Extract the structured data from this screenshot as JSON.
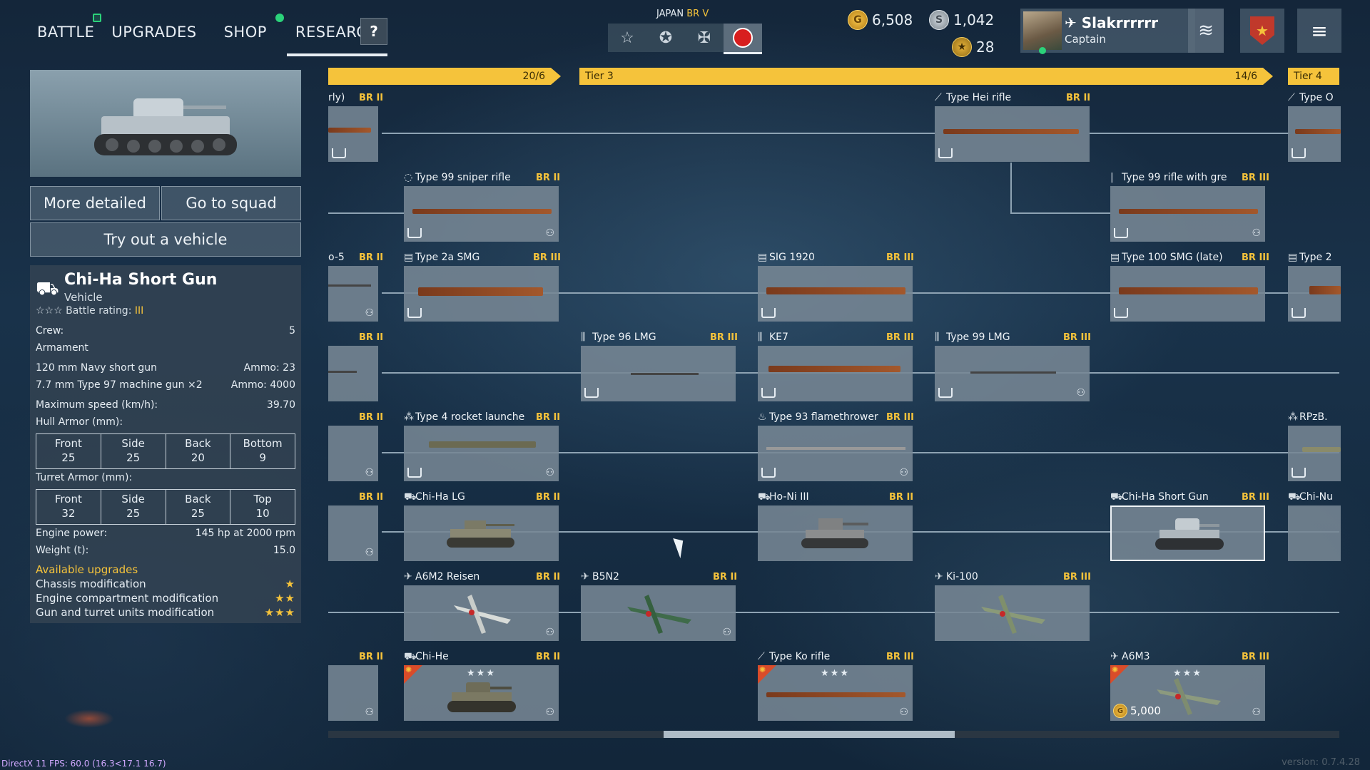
{
  "nav": {
    "battle": "BATTLE",
    "upgrades": "UPGRADES",
    "shop": "SHOP",
    "research": "RESEARCH",
    "help": "?"
  },
  "nation": {
    "country": "JAPAN",
    "br": "BR V"
  },
  "currency": {
    "gold": "6,508",
    "silver": "1,042",
    "stars": "28"
  },
  "player": {
    "name": "Slakrrrrrr",
    "rank": "Captain"
  },
  "buttons": {
    "more_detailed": "More detailed",
    "go_to_squad": "Go to squad",
    "try_out": "Try out a vehicle"
  },
  "vehicle": {
    "name": "Chi-Ha Short Gun",
    "type": "Vehicle",
    "br_label": "Battle rating:",
    "br_value": "III",
    "crew_label": "Crew:",
    "crew_value": "5",
    "armament_label": "Armament",
    "weapon1": "120 mm Navy short gun",
    "ammo1_label": "Ammo:",
    "ammo1": "23",
    "weapon2": "7.7 mm Type 97 machine gun ×2",
    "ammo2_label": "Ammo:",
    "ammo2": "4000",
    "speed_label": "Maximum speed (km/h):",
    "speed": "39.70",
    "hull_label": "Hull Armor (mm):",
    "hull": [
      {
        "h": "Front",
        "v": "25"
      },
      {
        "h": "Side",
        "v": "25"
      },
      {
        "h": "Back",
        "v": "20"
      },
      {
        "h": "Bottom",
        "v": "9"
      }
    ],
    "turret_label": "Turret Armor (mm):",
    "turret": [
      {
        "h": "Front",
        "v": "32"
      },
      {
        "h": "Side",
        "v": "25"
      },
      {
        "h": "Back",
        "v": "25"
      },
      {
        "h": "Top",
        "v": "10"
      }
    ],
    "engine_label": "Engine power:",
    "engine": "145 hp at 2000 rpm",
    "weight_label": "Weight (t):",
    "weight": "15.0",
    "upgrades_title": "Available upgrades",
    "upgrades": [
      {
        "name": "Chassis modification",
        "stars": "★"
      },
      {
        "name": "Engine compartment modification",
        "stars": "★★"
      },
      {
        "name": "Gun and turret units modification",
        "stars": "★★★"
      }
    ]
  },
  "tiers": {
    "t2_count": "20/6",
    "t3_label": "Tier 3",
    "t3_count": "14/6",
    "t4_label": "Tier 4"
  },
  "cards": {
    "c1": {
      "name": "rly)",
      "br": "BR II"
    },
    "c2": {
      "name": "Type Hei rifle",
      "br": "BR II"
    },
    "c3": {
      "name": "Type O",
      "br": ""
    },
    "c4": {
      "name": "Type 99 sniper rifle",
      "br": "BR II"
    },
    "c5": {
      "name": "Type 99 rifle with gre",
      "br": "BR III"
    },
    "c6": {
      "name": "o-5",
      "br": "BR II"
    },
    "c7": {
      "name": "Type 2a SMG",
      "br": "BR III"
    },
    "c8": {
      "name": "SIG 1920",
      "br": "BR III"
    },
    "c9": {
      "name": "Type 100 SMG (late)",
      "br": "BR III"
    },
    "c10": {
      "name": "Type 2",
      "br": ""
    },
    "c11": {
      "name": "",
      "br": "BR II"
    },
    "c12": {
      "name": "Type 96 LMG",
      "br": "BR III"
    },
    "c13": {
      "name": "KE7",
      "br": "BR III"
    },
    "c14": {
      "name": "Type 99 LMG",
      "br": "BR III"
    },
    "c15": {
      "name": "",
      "br": "BR II"
    },
    "c16": {
      "name": "Type 4 rocket launche",
      "br": "BR II"
    },
    "c17": {
      "name": "Type 93 flamethrower",
      "br": "BR III"
    },
    "c18": {
      "name": "RPzB.",
      "br": ""
    },
    "c19": {
      "name": "",
      "br": "BR II"
    },
    "c20": {
      "name": "Chi-Ha LG",
      "br": "BR II"
    },
    "c21": {
      "name": "Ho-Ni III",
      "br": "BR II"
    },
    "c22": {
      "name": "Chi-Ha Short Gun",
      "br": "BR III"
    },
    "c23": {
      "name": "Chi-Nu",
      "br": ""
    },
    "c24": {
      "name": "A6M2 Reisen",
      "br": "BR II"
    },
    "c25": {
      "name": "B5N2",
      "br": "BR II"
    },
    "c26": {
      "name": "Ki-100",
      "br": "BR III"
    },
    "c27": {
      "name": "",
      "br": "BR II"
    },
    "c28": {
      "name": "Chi-He",
      "br": "BR II"
    },
    "c29": {
      "name": "Type Ko rifle",
      "br": "BR III"
    },
    "c30": {
      "name": "A6M3",
      "br": "BR III",
      "price": "5,000"
    }
  },
  "footer": {
    "fps": "DirectX 11 FPS: 60.0 (16.3<17.1 16.7)",
    "version": "version: 0.7.4.28"
  }
}
